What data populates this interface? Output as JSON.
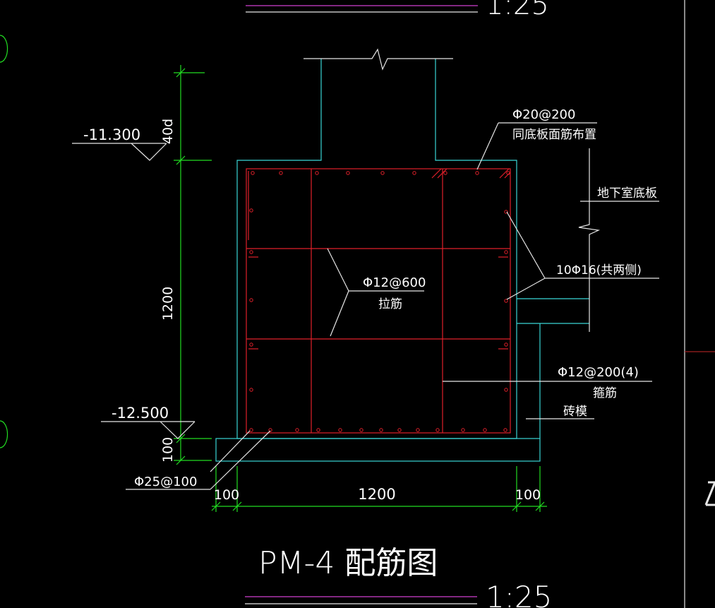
{
  "drawing": {
    "title": "PM-4 配筋图",
    "scale": "1:25",
    "top_scale": "1:25",
    "colors": {
      "concrete": "#39d5d5",
      "rebar": "#e0202a",
      "dimension": "#22dd22",
      "leader": "#e6e6e6",
      "scale_line": "#d040d0",
      "background": "#000000"
    },
    "elevations": {
      "top": "-11.300",
      "bottom": "-12.500"
    },
    "dimensions": {
      "anchorage": "40d",
      "height": "1200",
      "cushion": "100",
      "width_left": "100",
      "width_main": "1200",
      "width_right": "100"
    },
    "annotations": {
      "top_bar_spec": "Φ20@200",
      "top_bar_note": "同底板面筋布置",
      "basement_slab": "地下室底板",
      "side_bars": "10Φ16(共两侧)",
      "tie_bar_spec": "Φ12@600",
      "tie_bar_note": "拉筋",
      "stirrup_spec": "Φ12@200(4)",
      "stirrup_note": "箍筋",
      "brick_form": "砖模",
      "bottom_bar_spec": "Φ25@100"
    }
  }
}
